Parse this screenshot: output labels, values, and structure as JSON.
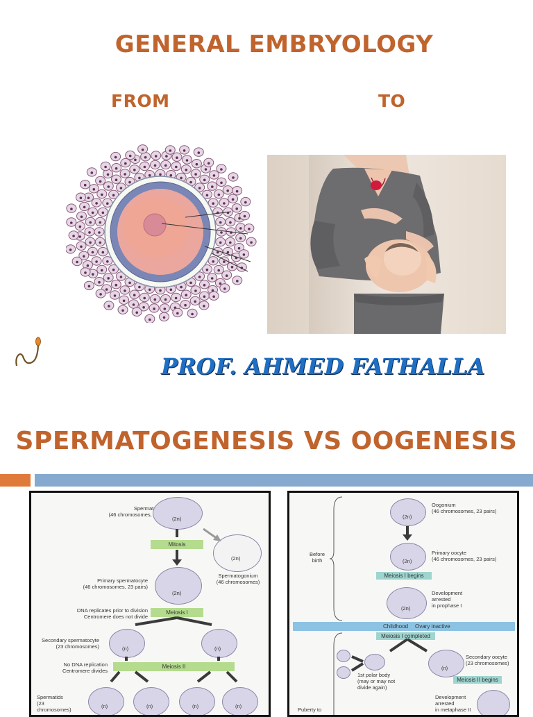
{
  "slide1": {
    "title": "GENERAL EMBRYOLOGY",
    "from_label": "FROM",
    "to_label": "TO",
    "author": "PROF. AHMED FATHALLA"
  },
  "slide2": {
    "title": "SPERMATOGENESIS VS OOGENESIS",
    "accent_colors": {
      "orange": "#e07a3a",
      "blue": "#86a9cf"
    },
    "spermatogenesis": {
      "spermatogonium": "Spermatogonium\n(46 chromosomes, 23 pairs)",
      "spermatogonium_copy": "Spermatogonium\n(46 chromosomes)",
      "mitosis": "Mitosis",
      "primary": "Primary spermatocyte\n(46 chromosomes, 23 pairs)",
      "dna_note": "DNA replicates prior to division\nCentromere does not divide",
      "meiosis1": "Meiosis I",
      "secondary": "Secondary spermatocyte\n(23 chromosomes)",
      "no_dna": "No DNA replication\nCentromere divides",
      "meiosis2": "Meiosis II",
      "spermatids": "Spermatids\n(23 chromosomes)",
      "ploidy_2n": "(2n)",
      "ploidy_n": "(n)"
    },
    "oogenesis": {
      "oogonium": "Oogonium\n(46 chromosomes, 23 pairs)",
      "before_birth": "Before\nbirth",
      "primary": "Primary oocyte\n(46 chromosomes, 23 pairs)",
      "meiosis1_begins": "Meiosis I begins",
      "arrest1": "Development\narrested\nin prophase I",
      "childhood": "Childhood",
      "ovary_inactive": "Ovary inactive",
      "meiosis1_completed": "Meiosis I completed",
      "polar_body": "1st polar body\n(may or may not\ndivide again)",
      "secondary": "Secondary oocyte\n(23 chromosomes)",
      "meiosis2_begins": "Meiosis II begins",
      "arrest2": "Development\narrested\nin metaphase II",
      "puberty": "Puberty to",
      "ploidy_2n": "(2n)",
      "ploidy_n": "(n)"
    }
  }
}
